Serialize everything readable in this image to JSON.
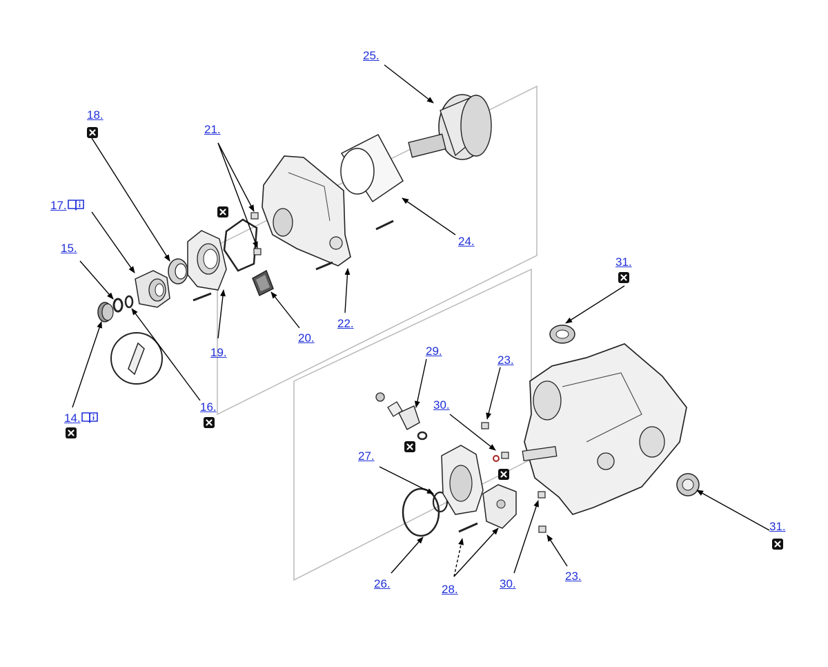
{
  "callouts": {
    "c14": "14.",
    "c15": "15.",
    "c16": "16.",
    "c17": "17.",
    "c18": "18.",
    "c19": "19.",
    "c20": "20.",
    "c21": "21.",
    "c22": "22.",
    "c23a": "23.",
    "c23b": "23.",
    "c24": "24.",
    "c25": "25.",
    "c26": "26.",
    "c27": "27.",
    "c28": "28.",
    "c29": "29.",
    "c30a": "30.",
    "c30b": "30.",
    "c31a": "31.",
    "c31b": "31."
  },
  "icons": {
    "replace_marker": "x-box-icon",
    "info_marker": "book-info-icon"
  },
  "colors": {
    "link": "#1f2fd8",
    "line": "#000000",
    "part_outline": "#222222",
    "plane": "#b8b8b8"
  }
}
